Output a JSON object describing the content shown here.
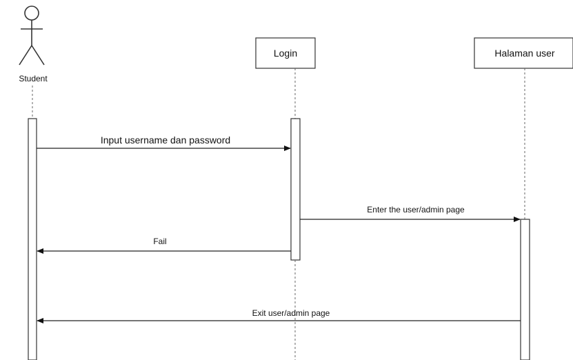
{
  "participants": {
    "student": {
      "label": "Student",
      "kind": "actor"
    },
    "login": {
      "label": "Login",
      "kind": "object"
    },
    "halaman_user": {
      "label": "Halaman user",
      "kind": "object"
    }
  },
  "messages": [
    {
      "from": "student",
      "to": "login",
      "label": "Input username dan password"
    },
    {
      "from": "login",
      "to": "halaman_user",
      "label": "Enter the user/admin page"
    },
    {
      "from": "login",
      "to": "student",
      "label": "Fail"
    },
    {
      "from": "halaman_user",
      "to": "student",
      "label": "Exit user/admin page"
    }
  ],
  "colors": {
    "line": "#222222",
    "lifeline": "#666666",
    "box_border": "#333333",
    "background": "#ffffff"
  }
}
